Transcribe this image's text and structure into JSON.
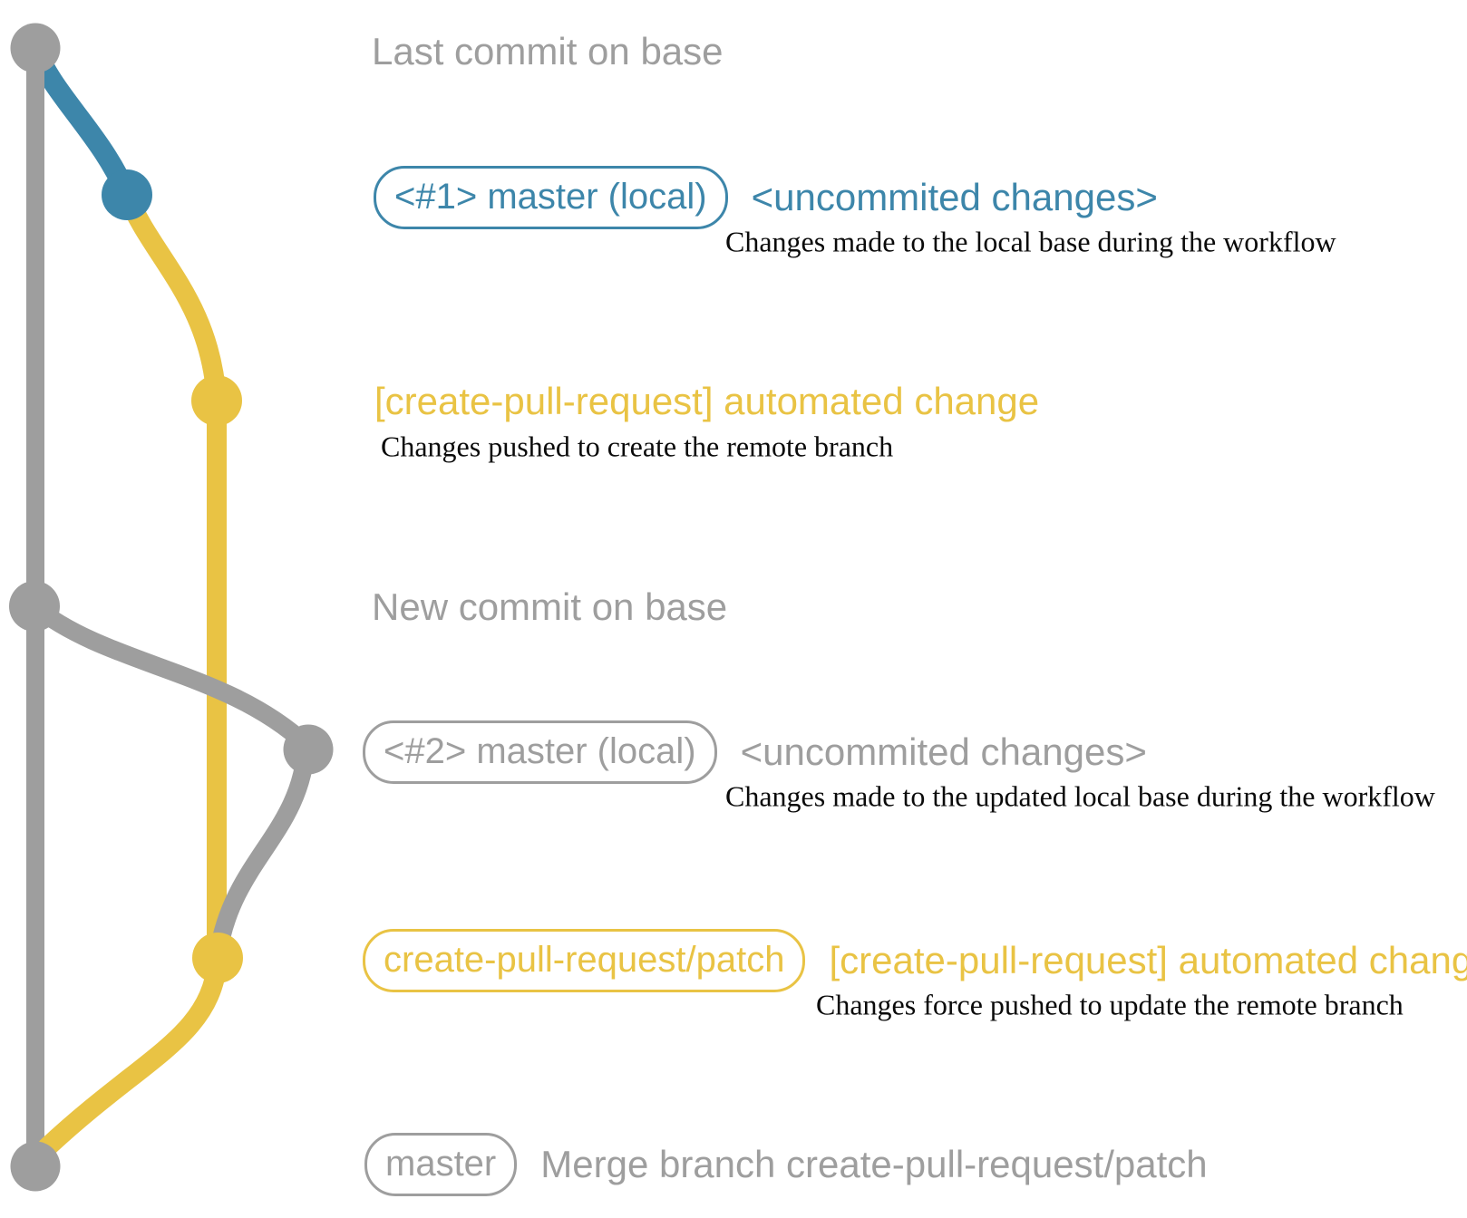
{
  "colors": {
    "base_gray": "#9e9e9e",
    "local_blue": "#3d86aa",
    "remote_yellow": "#e9c344",
    "description_black": "#0a0a0a"
  },
  "annotations": {
    "last_commit": {
      "label": "Last commit on base"
    },
    "local_commit_1": {
      "badge": "<#1> master (local)",
      "message": "<uncommited changes>",
      "description": "Changes made to the local base during the workflow"
    },
    "remote_push_1": {
      "message": "[create-pull-request] automated change",
      "description": "Changes pushed to create the remote branch"
    },
    "new_commit": {
      "label": "New commit on base"
    },
    "local_commit_2": {
      "badge": "<#2> master (local)",
      "message": "<uncommited changes>",
      "description": "Changes made to the updated local base during the workflow"
    },
    "remote_push_2": {
      "badge": "create-pull-request/patch",
      "message": "[create-pull-request] automated change",
      "description": "Changes force pushed to update the remote branch"
    },
    "merge_commit": {
      "badge": "master",
      "message": "Merge branch create-pull-request/patch"
    }
  }
}
